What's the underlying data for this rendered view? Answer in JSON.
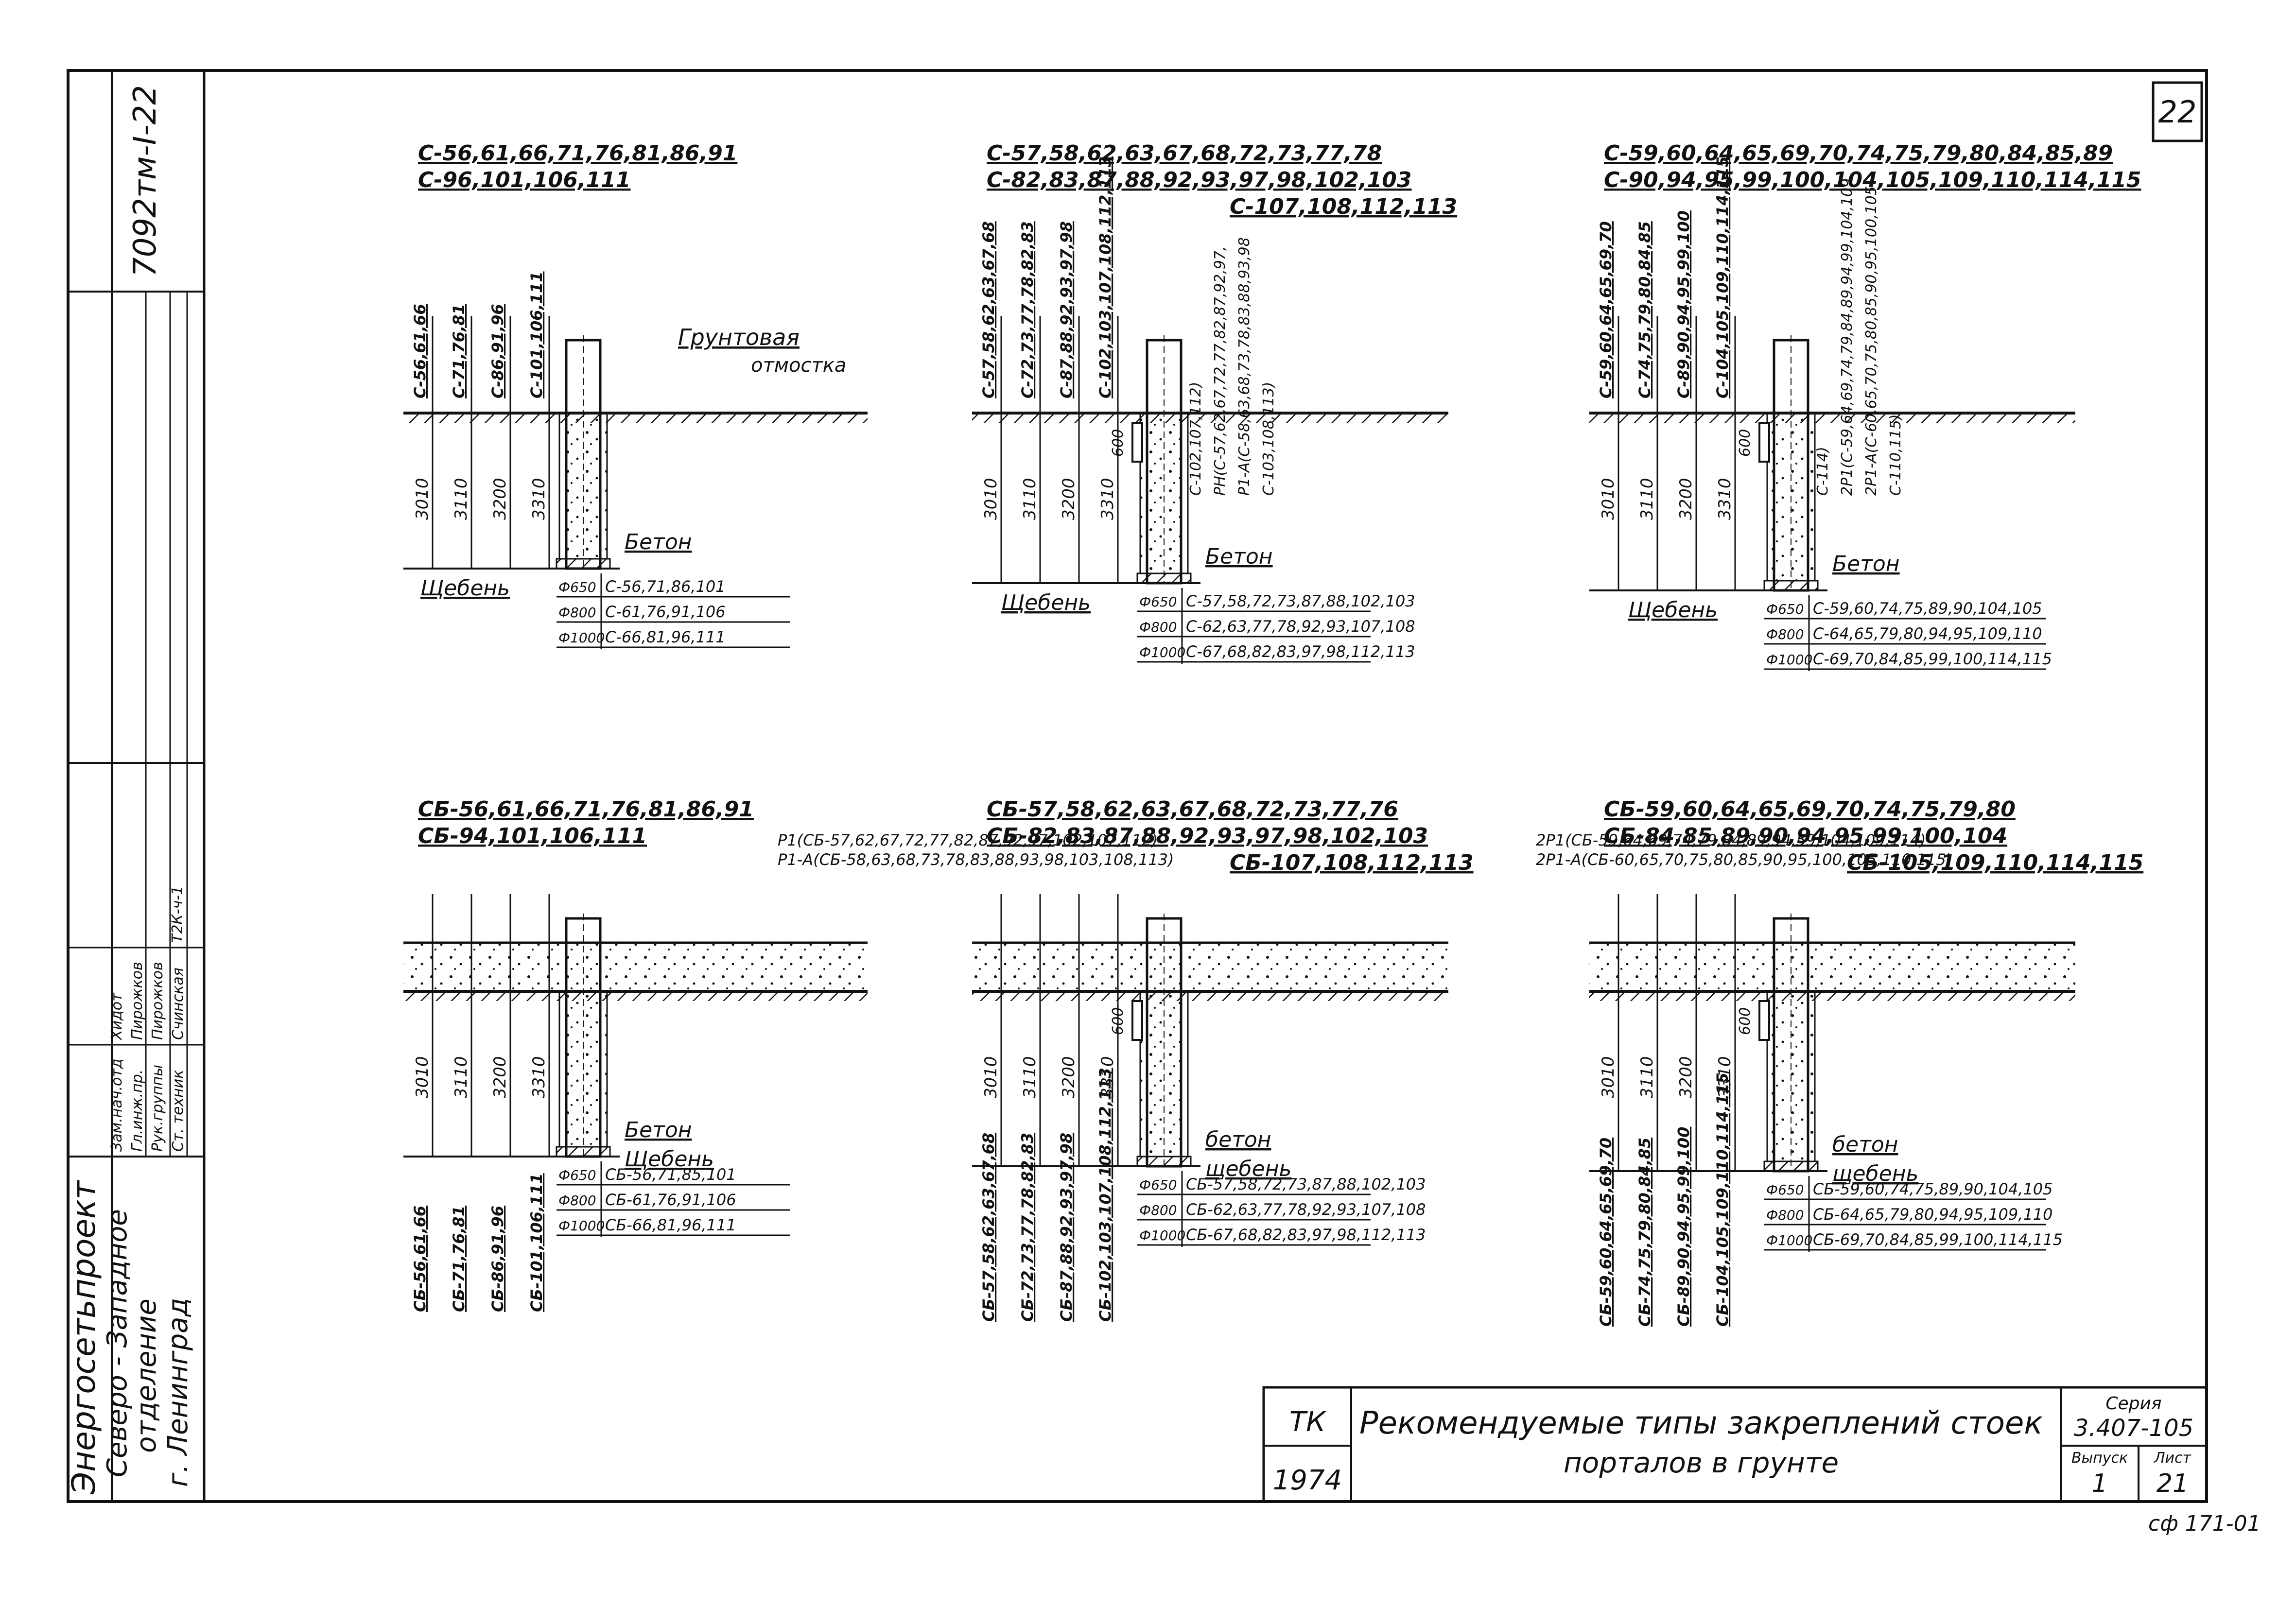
{
  "sheet": {
    "page_number": "22",
    "doc_code": "7092тм-I-22",
    "footer_code": "сф 171-01"
  },
  "side_block": {
    "org_line1": "Энергосетьпроект",
    "org_line2": "Северо - Западное",
    "org_line3": "отделение",
    "org_line4": "г. Ленинград",
    "roles": [
      "Зам.нач.отд",
      "Гл.инж.пр.",
      "Рук.группы",
      "Ст. техник"
    ],
    "names": [
      "Хидот",
      "Пирожков",
      "Пирожков",
      "Счинская"
    ],
    "note": "Т2К-ч-1"
  },
  "title_block": {
    "tk": "ТК",
    "year": "1974",
    "title_line1": "Рекомендуемые типы закреплений стоек",
    "title_line2": "порталов в грунте",
    "series_label": "Серия",
    "series_value": "3.407-105",
    "issue_label": "Выпуск",
    "issue_value": "1",
    "sheet_label": "Лист",
    "sheet_value": "21"
  },
  "labels": {
    "ground_paving_1": "Грунтовая",
    "ground_paving_2": "отмостка",
    "concrete": "Бетон",
    "crushed_stone": "Щебень",
    "concrete_lc": "бетон",
    "crushed_stone_lc": "щебень",
    "depth_600": "600"
  },
  "depths": [
    "3010",
    "3110",
    "3200",
    "3310"
  ],
  "diagrams": [
    {
      "headers": [
        "С-56,61,66,71,76,81,86,91",
        "С-96,101,106,111"
      ],
      "col_labels": [
        "С-56,61,66",
        "С-71,76,81",
        "С-86,91,96",
        "С-101,106,111"
      ],
      "table": [
        {
          "d": "Ф650",
          "v": "С-56,71,86,101"
        },
        {
          "d": "Ф800",
          "v": "С-61,76,91,106"
        },
        {
          "d": "Ф1000",
          "v": "С-66,81,96,111"
        }
      ]
    },
    {
      "headers": [
        "С-57,58,62,63,67,68,72,73,77,78",
        "С-82,83,87,88,92,93,97,98,102,103",
        "С-107,108,112,113"
      ],
      "col_labels": [
        "С-57,58,62,63,67,68",
        "С-72,73,77,78,82,83",
        "С-87,88,92,93,97,98",
        "С-102,103,107,108,112,113"
      ],
      "plate_note1": "С-102,107,112)",
      "plate_note2": "РН(С-57,62,67,72,77,82,87,92,97,",
      "plate_note3": "Р1-А(С-58,63,68,73,78,83,88,93,98",
      "plate_note4": "С-103,108,113)",
      "table": [
        {
          "d": "Ф650",
          "v": "С-57,58,72,73,87,88,102,103"
        },
        {
          "d": "Ф800",
          "v": "С-62,63,77,78,92,93,107,108"
        },
        {
          "d": "Ф1000",
          "v": "С-67,68,82,83,97,98,112,113"
        }
      ]
    },
    {
      "headers": [
        "С-59,60,64,65,69,70,74,75,79,80,84,85,89",
        "С-90,94,95,99,100,104,105,109,110,114,115"
      ],
      "col_labels": [
        "С-59,60,64,65,69,70",
        "С-74,75,79,80,84,85",
        "С-89,90,94,95,99,100",
        "С-104,105,109,110,114,115"
      ],
      "plate_note1": "С-114)",
      "plate_note2": "2Р1(С-59,64,69,74,79,84,89,94,99,104,109",
      "plate_note3": "2Р1-А(С-60,65,70,75,80,85,90,95,100,105",
      "plate_note4": "С-110,115)",
      "table": [
        {
          "d": "Ф650",
          "v": "С-59,60,74,75,89,90,104,105"
        },
        {
          "d": "Ф800",
          "v": "С-64,65,79,80,94,95,109,110"
        },
        {
          "d": "Ф1000",
          "v": "С-69,70,84,85,99,100,114,115"
        }
      ]
    },
    {
      "headers": [
        "СБ-56,61,66,71,76,81,86,91",
        "СБ-94,101,106,111"
      ],
      "col_labels": [
        "СБ-56,61,66",
        "СБ-71,76,81",
        "СБ-86,91,96",
        "СБ-101,106,111"
      ],
      "table": [
        {
          "d": "Ф650",
          "v": "СБ-56,71,85,101"
        },
        {
          "d": "Ф800",
          "v": "СБ-61,76,91,106"
        },
        {
          "d": "Ф1000",
          "v": "СБ-66,81,96,111"
        }
      ]
    },
    {
      "headers": [
        "СБ-57,58,62,63,67,68,72,73,77,76",
        "СБ-82,83,87,88,92,93,97,98,102,103",
        "СБ-107,108,112,113"
      ],
      "col_labels": [
        "СБ-57,58,62,63,67,68",
        "СБ-72,73,77,78,82,83",
        "СБ-87,88,92,93,97,98",
        "СБ-102,103,107,108,112,113"
      ],
      "plate_note1": "Р1(СБ-57,62,67,72,77,82,87,92,97,102,107,112)",
      "plate_note2": "Р1-А(СБ-58,63,68,73,78,83,88,93,98,103,108,113)",
      "table": [
        {
          "d": "Ф650",
          "v": "СБ-57,58,72,73,87,88,102,103"
        },
        {
          "d": "Ф800",
          "v": "СБ-62,63,77,78,92,93,107,108"
        },
        {
          "d": "Ф1000",
          "v": "СБ-67,68,82,83,97,98,112,113"
        }
      ]
    },
    {
      "headers": [
        "СБ-59,60,64,65,69,70,74,75,79,80",
        "СБ-84,85,89,90,94,95,99,100,104",
        "СБ-105,109,110,114,115"
      ],
      "col_labels": [
        "СБ-59,60,64,65,69,70",
        "СБ-74,75,79,80,84,85",
        "СБ-89,90,94,95,99,100",
        "СБ-104,105,109,110,114,115"
      ],
      "plate_note1": "2Р1(СБ-59,64,69,74,79,84,89,94,59,104,109,114)",
      "plate_note2": "2Р1-А(СБ-60,65,70,75,80,85,90,95,100,105,110,115)",
      "table": [
        {
          "d": "Ф650",
          "v": "СБ-59,60,74,75,89,90,104,105"
        },
        {
          "d": "Ф800",
          "v": "СБ-64,65,79,80,94,95,109,110"
        },
        {
          "d": "Ф1000",
          "v": "СБ-69,70,84,85,99,100,114,115"
        }
      ]
    }
  ]
}
